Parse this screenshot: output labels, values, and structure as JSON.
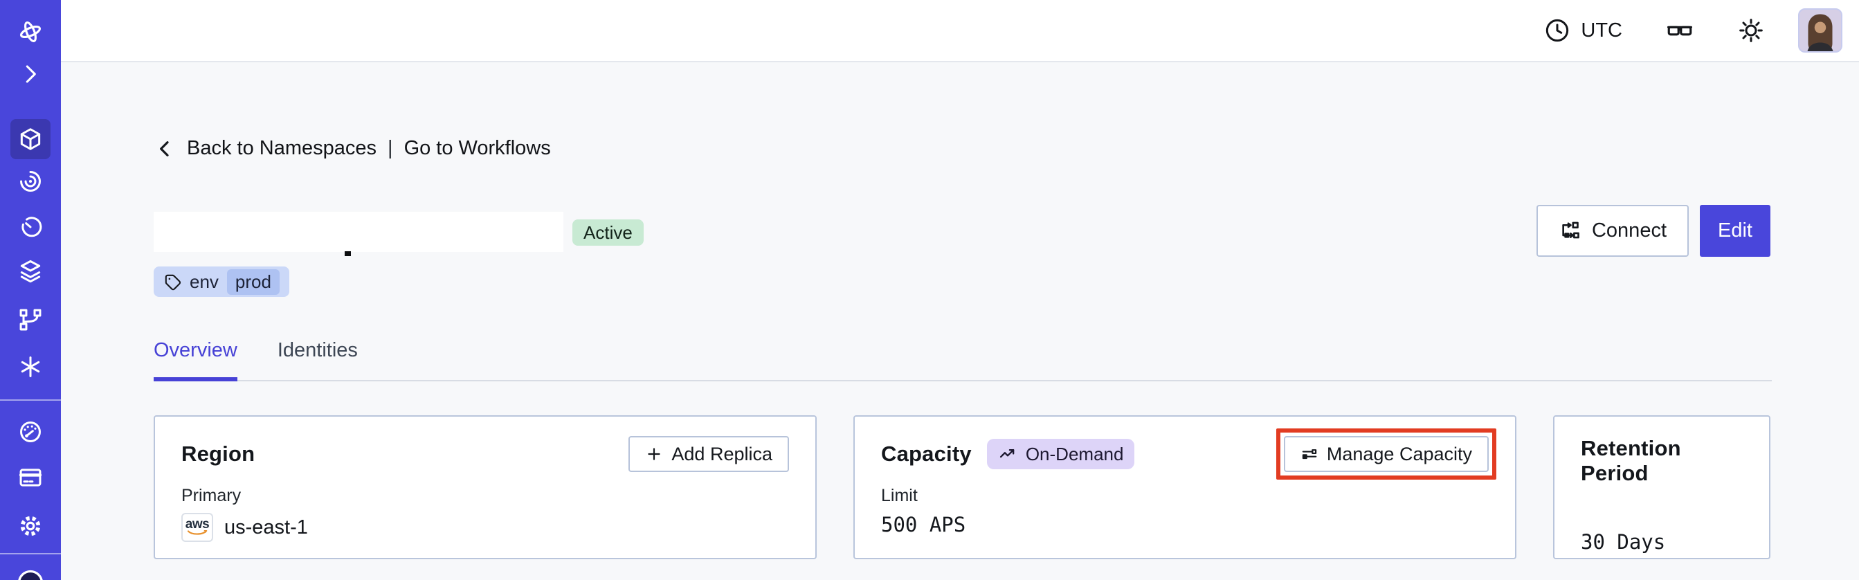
{
  "topbar": {
    "timezone": "UTC",
    "icons": [
      "clock-icon",
      "glasses-icon",
      "brightness-icon",
      "user-avatar"
    ]
  },
  "sidebar": {
    "items": [
      {
        "icon": "temporal-logo"
      },
      {
        "icon": "expand-chevron-icon"
      },
      {
        "icon": "namespaces-cube-icon",
        "active": true
      },
      {
        "icon": "workflows-spiral-icon"
      },
      {
        "icon": "schedules-timer-icon"
      },
      {
        "icon": "deployments-layers-icon"
      },
      {
        "icon": "batch-branch-icon"
      },
      {
        "icon": "nexus-asterisk-icon"
      },
      {
        "icon": "usage-gauge-icon"
      },
      {
        "icon": "billing-card-icon"
      },
      {
        "icon": "settings-gear-icon"
      }
    ]
  },
  "breadcrumb": {
    "back_label": "Back to Namespaces",
    "separator": "|",
    "workflows_label": "Go to Workflows"
  },
  "header": {
    "status_badge": "Active",
    "tag_key": "env",
    "tag_value": "prod",
    "connect_label": "Connect",
    "edit_label": "Edit"
  },
  "tabs": [
    {
      "label": "Overview",
      "active": true
    },
    {
      "label": "Identities",
      "active": false
    }
  ],
  "cards": {
    "region": {
      "title": "Region",
      "add_replica_label": "Add Replica",
      "primary_label": "Primary",
      "provider": "aws",
      "region_value": "us-east-1"
    },
    "capacity": {
      "title": "Capacity",
      "badge": "On-Demand",
      "limit_label": "Limit",
      "limit_value": "500 APS",
      "manage_label": "Manage Capacity",
      "highlighted": true
    },
    "retention": {
      "title": "Retention Period",
      "value": "30 Days"
    }
  },
  "colors": {
    "accent": "#4946DB",
    "sidebar_bg": "#4946DB",
    "highlight_red": "#E23C22",
    "status_green_bg": "#C8EAD3",
    "ondemand_lavender_bg": "#DDD4F8",
    "tag_bg": "#CBD8F8",
    "tag_chip_bg": "#AEC2F2"
  }
}
